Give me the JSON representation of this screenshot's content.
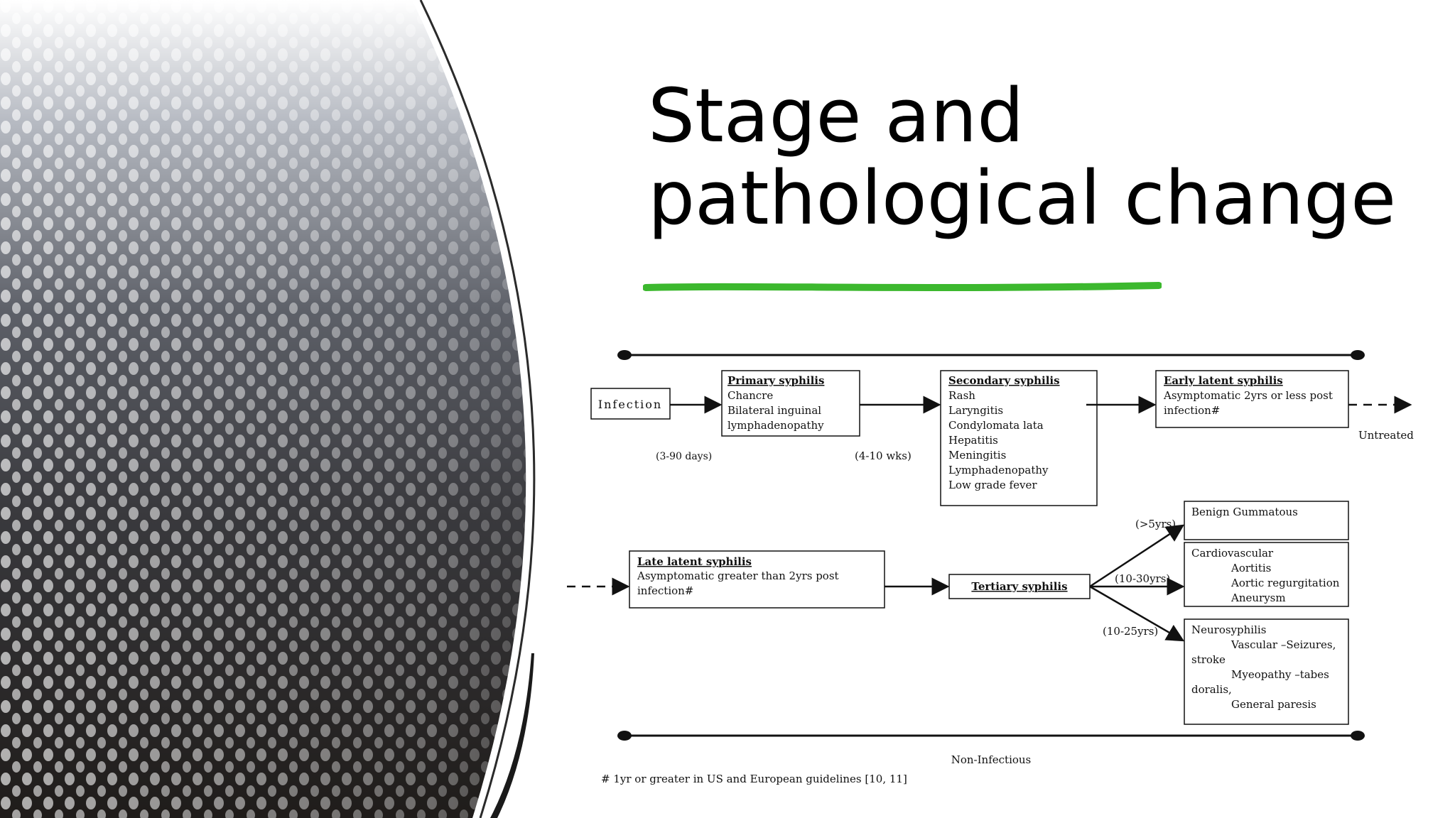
{
  "slide": {
    "title_line1": "Stage and",
    "title_line2": "pathological change",
    "underline_color": "#3cb82e"
  },
  "diagram": {
    "infection": "Infection",
    "primary": {
      "title": "Primary syphilis",
      "lines": [
        "Chancre",
        "Bilateral inguinal",
        "lymphadenopathy"
      ]
    },
    "secondary": {
      "title": "Secondary syphilis",
      "lines": [
        "Rash",
        "Laryngitis",
        "Condylomata lata",
        "Hepatitis",
        "Meningitis",
        "Lymphadenopathy",
        "Low grade fever"
      ]
    },
    "early_latent": {
      "title": "Early latent syphilis",
      "lines": [
        "Asymptomatic 2yrs or less post",
        "infection#"
      ]
    },
    "late_latent": {
      "title": "Late latent syphilis",
      "lines": [
        "Asymptomatic greater than 2yrs post",
        "infection#"
      ]
    },
    "tertiary": {
      "title": "Tertiary syphilis"
    },
    "benign": {
      "lines": [
        "Benign Gummatous"
      ]
    },
    "cardio": {
      "lines": [
        "Cardiovascular",
        "Aortitis",
        "Aortic regurgitation",
        "Aneurysm"
      ]
    },
    "neuro": {
      "lines": [
        "Neurosyphilis",
        "Vascular –Seizures,",
        "stroke",
        "Myeopathy –tabes",
        "doralis,",
        "General paresis"
      ]
    },
    "intervals": {
      "to_primary": "(3-90 days)",
      "to_secondary": "(4-10 wks)",
      "benign": "(>5yrs)",
      "cardio": "(10-30yrs)",
      "neuro": "(10-25yrs)"
    },
    "untreated": "Untreated",
    "non_infectious": "Non-Infectious",
    "footnote": "# 1yr or greater in US and European guidelines [10, 11]"
  }
}
